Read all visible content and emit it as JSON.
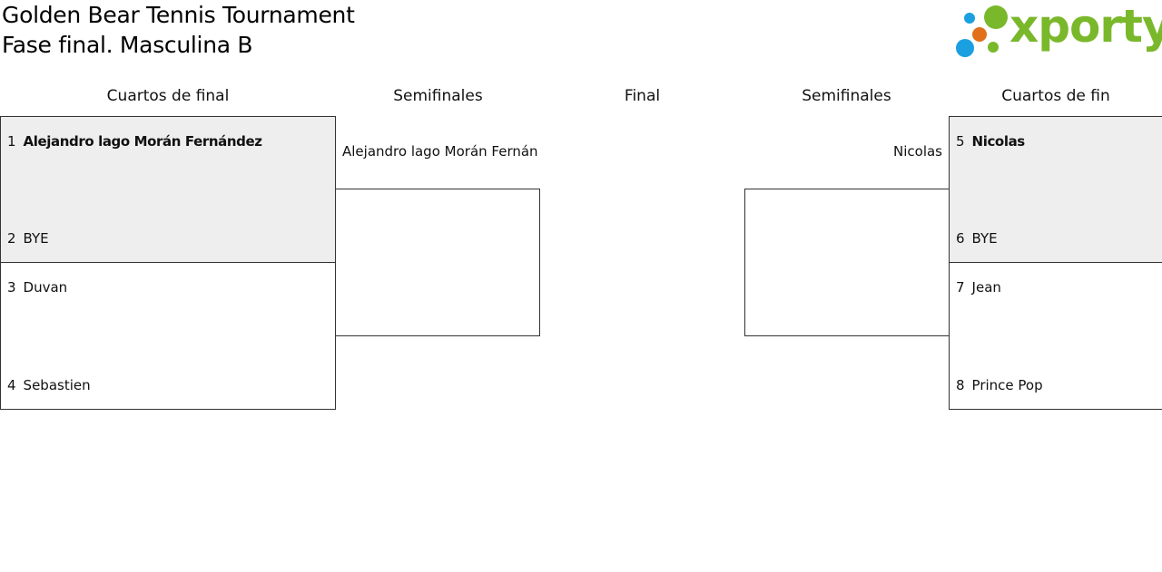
{
  "header": {
    "title": "Golden Bear Tennis Tournament",
    "subtitle": "Fase final. Masculina B",
    "logo_text": "xporty",
    "logo_colors": [
      "#1aa0e0",
      "#7ab82b",
      "#e0701a",
      "#1aa0e0",
      "#7ab82b"
    ]
  },
  "columns": {
    "left_quarters": "Cuartos de final",
    "left_semis": "Semifinales",
    "final": "Final",
    "right_semis": "Semifinales",
    "right_quarters": "Cuartos de fin"
  },
  "left": {
    "match1": {
      "p1": {
        "seed": "1",
        "name": "Alejandro lago Morán Fernández"
      },
      "p2": {
        "seed": "2",
        "name": "BYE"
      }
    },
    "match2": {
      "p1": {
        "seed": "3",
        "name": "Duvan"
      },
      "p2": {
        "seed": "4",
        "name": "Sebastien"
      }
    },
    "semi_winner": "Alejandro lago Morán Fernán"
  },
  "right": {
    "match1": {
      "p1": {
        "seed": "5",
        "name": "Nicolas"
      },
      "p2": {
        "seed": "6",
        "name": "BYE"
      }
    },
    "match2": {
      "p1": {
        "seed": "7",
        "name": "Jean"
      },
      "p2": {
        "seed": "8",
        "name": "Prince Pop"
      }
    },
    "semi_winner": "Nicolas"
  }
}
